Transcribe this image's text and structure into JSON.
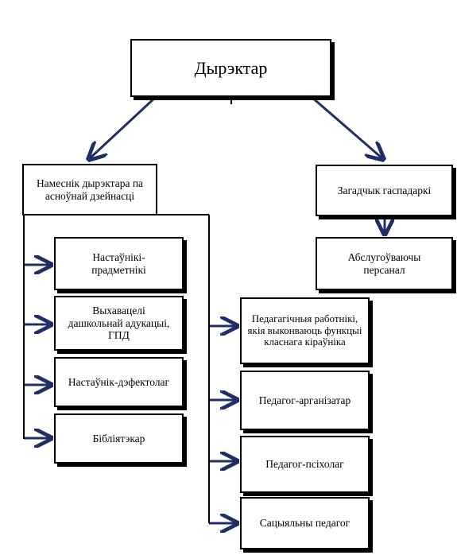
{
  "diagram": {
    "director": "Дырэктар",
    "deputy": "Намеснік дырэктара па асноўнай дзейнасці",
    "head_of_household": "Загадчык гаспадаркі",
    "service_staff": "Абслугоўваючы персанал",
    "subject_teachers": "Настаўнікі-прадметнікі",
    "preschool_educators": "Выхавацелі дашкольнай адукацыі, ГПД",
    "defectologist": "Настаўнік-дэфектолаг",
    "librarian": "Бібліятэкар",
    "class_teachers": "Педагагічныя работнікі, якія выконваюць функцыі класнага кіраўніка",
    "organizer": "Педагог-арганізатар",
    "psychologist": "Педагог-псіхолаг",
    "social_teacher": "Сацыяльны педагог"
  },
  "colors": {
    "arrow": "#1f2f66",
    "border": "#000000"
  }
}
